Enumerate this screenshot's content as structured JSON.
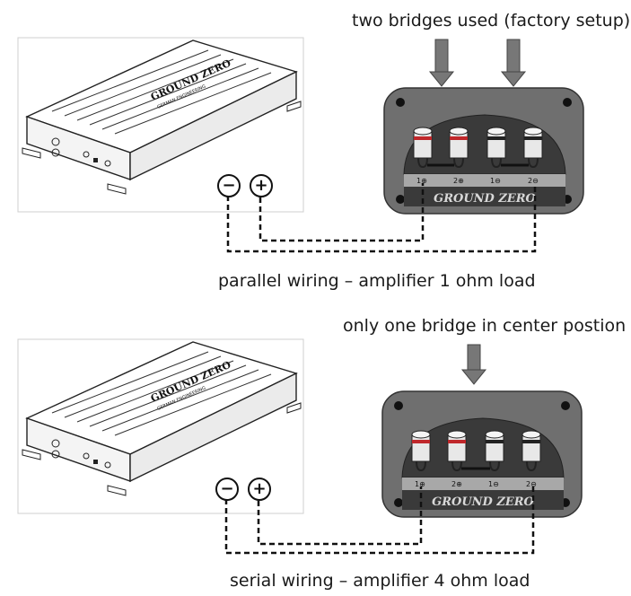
{
  "top": {
    "caption": "two bridges used (factory setup)",
    "wiring_caption": "parallel wiring – amplifier 1 ohm load",
    "terminals": [
      "1⊕",
      "2⊕",
      "1⊖",
      "2⊖"
    ],
    "brand": "GROUND ZERO",
    "amp_logo": "GROUND ZERO",
    "amp_sub": "GERMAN ENGINEERING",
    "minus": "−",
    "plus": "+"
  },
  "bottom": {
    "caption": "only one bridge in center postion",
    "wiring_caption": "serial wiring – amplifier 4 ohm load",
    "terminals": [
      "1⊕",
      "2⊕",
      "1⊖",
      "2⊖"
    ],
    "brand": "GROUND ZERO",
    "amp_logo": "GROUND ZERO",
    "amp_sub": "GERMAN ENGINEERING",
    "minus": "−",
    "plus": "+"
  },
  "colors": {
    "box_fill": "#6f6f6f",
    "plate_fill": "#3a3a3a",
    "label_strip": "#a8a8a8",
    "red_ring": "#c0282b",
    "dark_ring": "#222222",
    "arrow": "#777777"
  }
}
